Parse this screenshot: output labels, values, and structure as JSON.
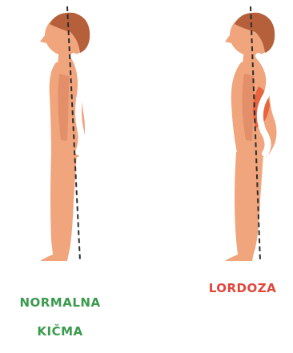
{
  "colors": {
    "skin": "#f0a57d",
    "skin_shadow": "#e3906a",
    "hair": "#b5603a",
    "spine": "#ffffff",
    "lordosis_highlight": "#e8643f",
    "plumb_line": "#2b2b2b",
    "normal_label": "#3a9a4e",
    "lordosis_label": "#e0463a"
  },
  "labels": {
    "normal_line1": "NORMALNA",
    "normal_line2": "KIČMA",
    "lordosis": "LORDOZA"
  },
  "icons": {
    "normal": "child-profile-normal-spine",
    "lordosis": "child-profile-lordosis"
  }
}
